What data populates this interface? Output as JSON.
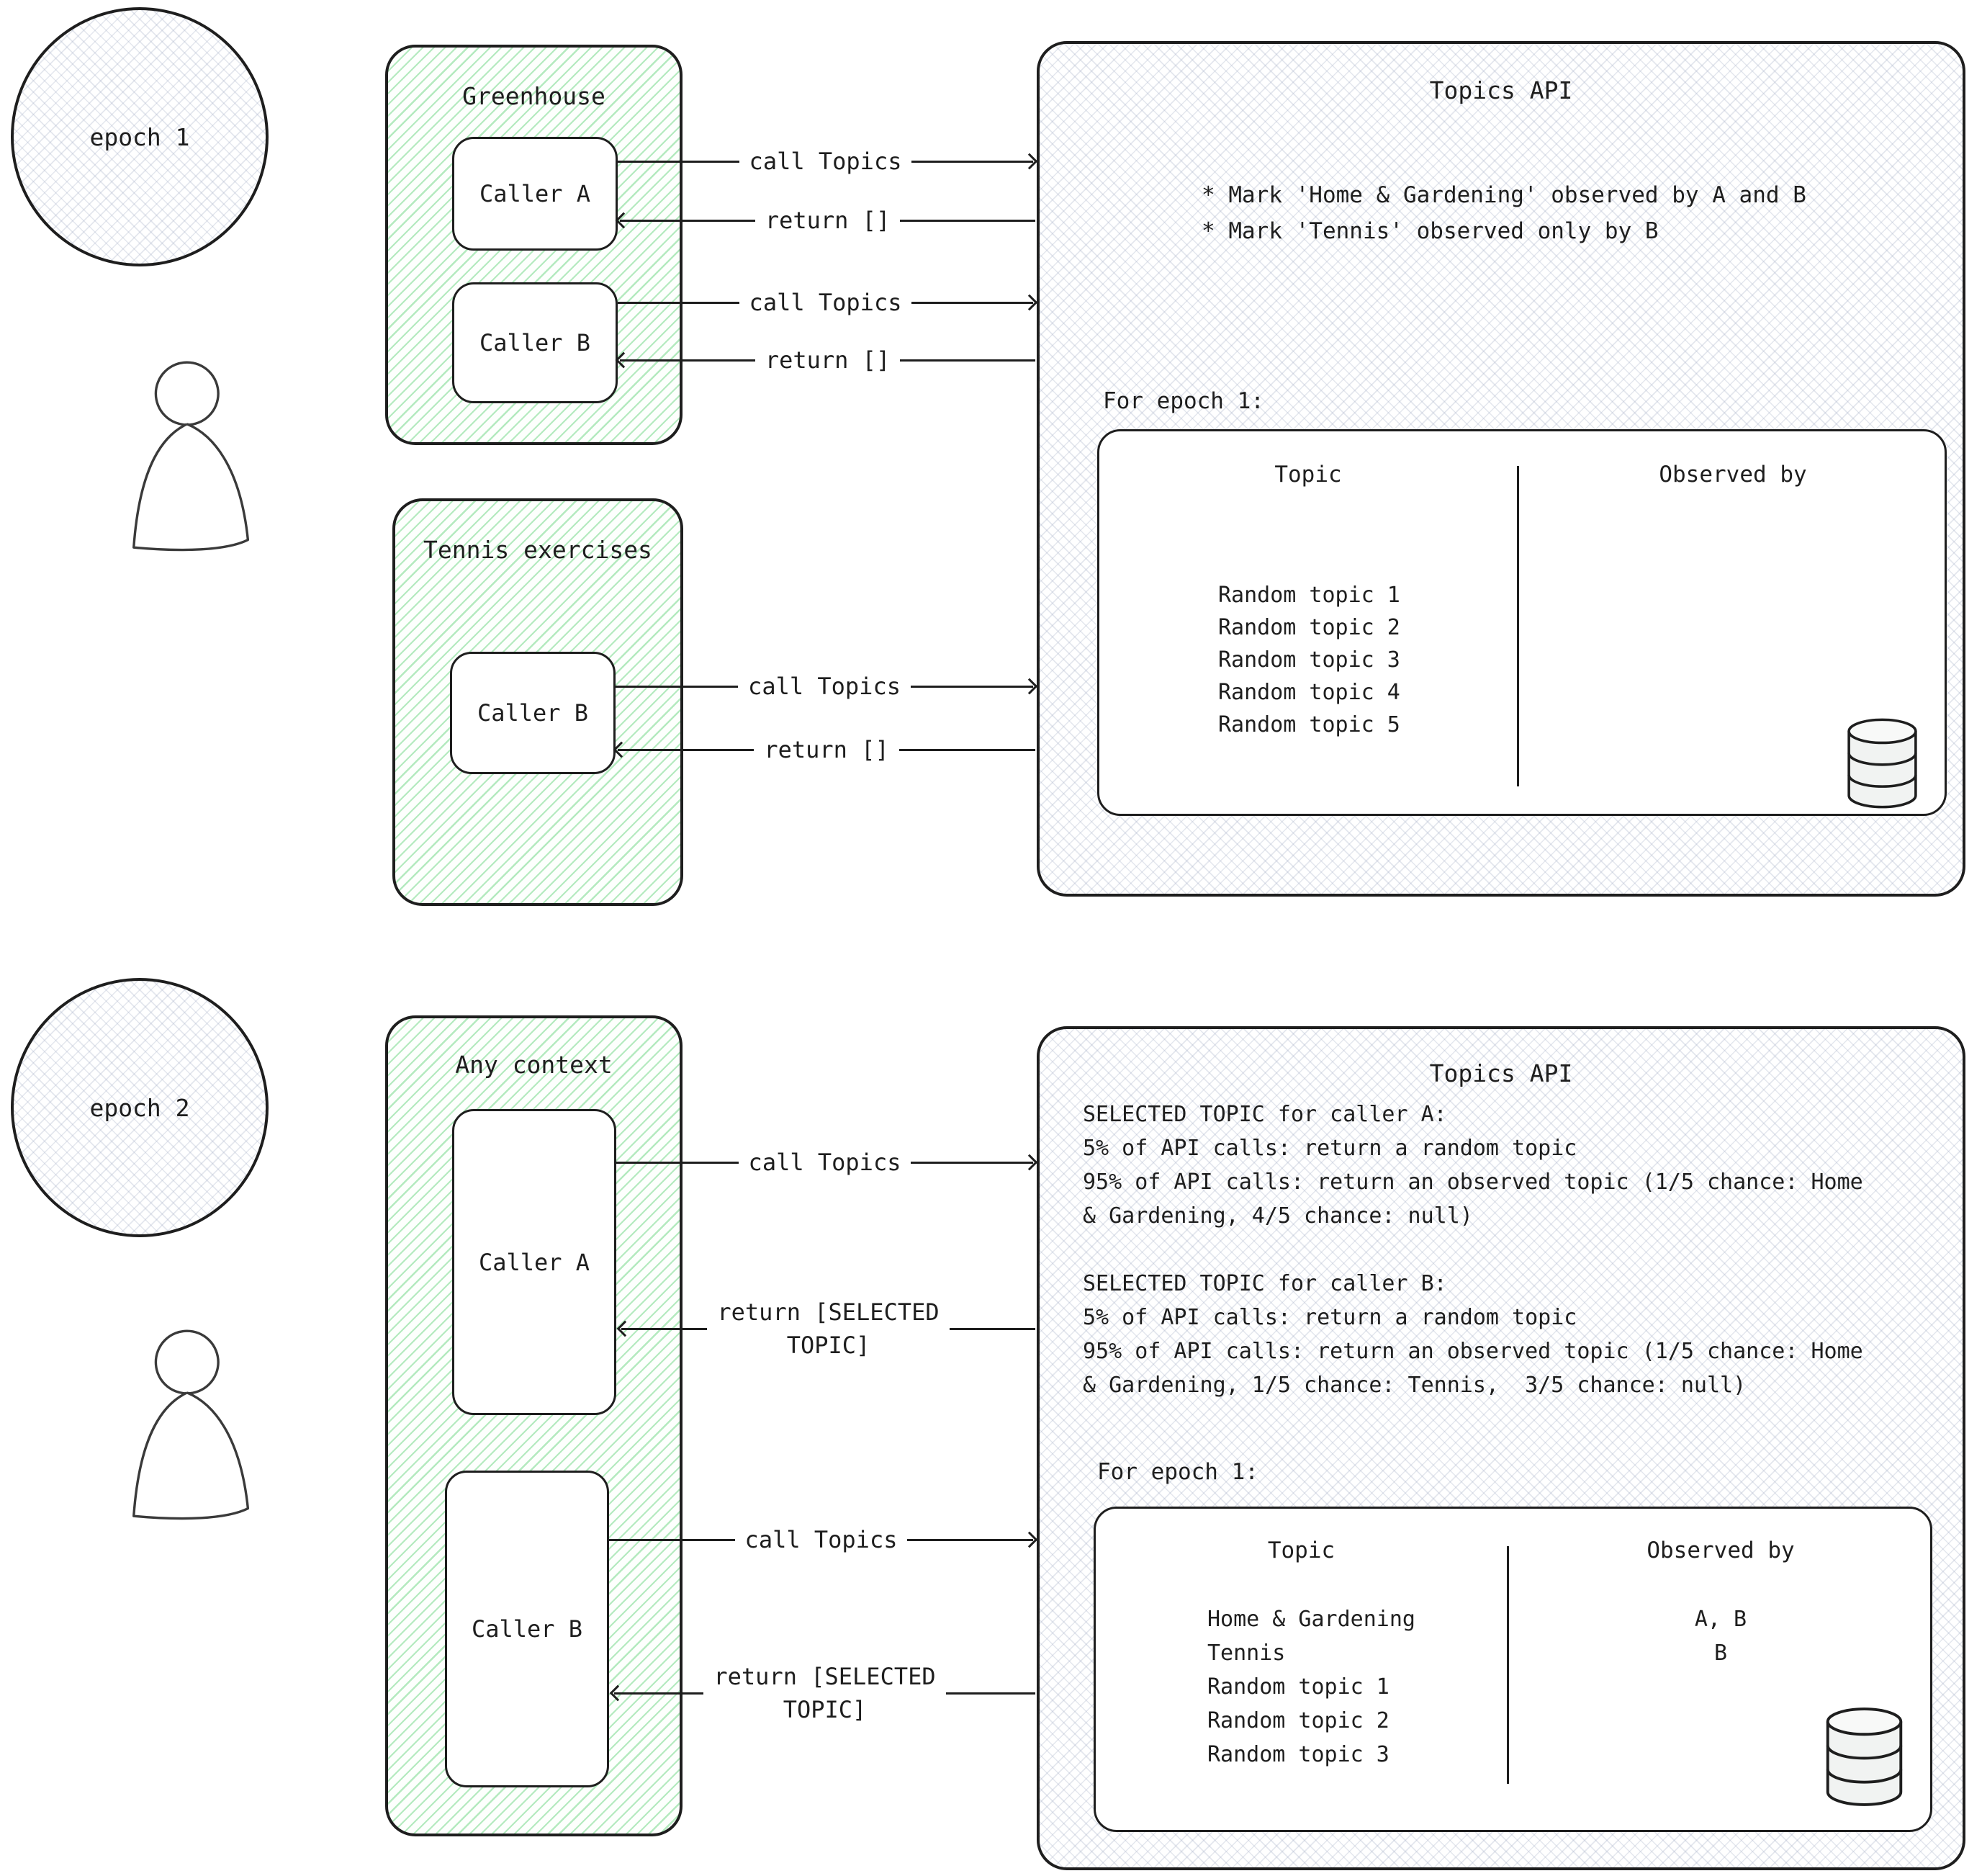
{
  "colors": {
    "ink": "#1e1e1e",
    "context_hatch_green": "#8fe3a2",
    "api_hatch_gray": "#dbe0ea",
    "box_fill_white": "#ffffff"
  },
  "epoch1": {
    "label": "epoch 1"
  },
  "epoch2": {
    "label": "epoch 2"
  },
  "greenhouse": {
    "title": "Greenhouse",
    "caller_a": "Caller A",
    "caller_b": "Caller B"
  },
  "tennis": {
    "title": "Tennis exercises",
    "caller_b": "Caller B"
  },
  "any_context": {
    "title": "Any context",
    "caller_a": "Caller A",
    "caller_b": "Caller B"
  },
  "arrows": {
    "call_label": "call Topics",
    "return_empty_label": "return []",
    "return_selected_label": "return [SELECTED\nTOPIC]"
  },
  "api_top": {
    "title": "Topics API",
    "bullets": [
      "* Mark 'Home & Gardening' observed by A and B",
      "* Mark 'Tennis' observed only by B"
    ],
    "epoch_label": "For epoch 1:",
    "table": {
      "col_topic": "Topic",
      "col_observed": "Observed by",
      "rows": [
        {
          "topic": "Random topic 1",
          "observed": ""
        },
        {
          "topic": "Random topic 2",
          "observed": ""
        },
        {
          "topic": "Random topic 3",
          "observed": ""
        },
        {
          "topic": "Random topic 4",
          "observed": ""
        },
        {
          "topic": "Random topic 5",
          "observed": ""
        }
      ]
    }
  },
  "api_bottom": {
    "title": "Topics API",
    "policy_lines": [
      "SELECTED TOPIC for caller A:",
      "5% of API calls: return a random topic",
      "95% of API calls: return an observed topic (1/5 chance: Home",
      "& Gardening, 4/5 chance: null)",
      "",
      "SELECTED TOPIC for caller B:",
      "5% of API calls: return a random topic",
      "95% of API calls: return an observed topic (1/5 chance: Home",
      "& Gardening, 1/5 chance: Tennis,  3/5 chance: null)"
    ],
    "epoch_label": "For epoch 1:",
    "table": {
      "col_topic": "Topic",
      "col_observed": "Observed by",
      "rows": [
        {
          "topic": "Home & Gardening",
          "observed": "A, B"
        },
        {
          "topic": "Tennis",
          "observed": "B"
        },
        {
          "topic": "Random topic 1",
          "observed": ""
        },
        {
          "topic": "Random topic 2",
          "observed": ""
        },
        {
          "topic": "Random topic 3",
          "observed": ""
        }
      ]
    }
  }
}
